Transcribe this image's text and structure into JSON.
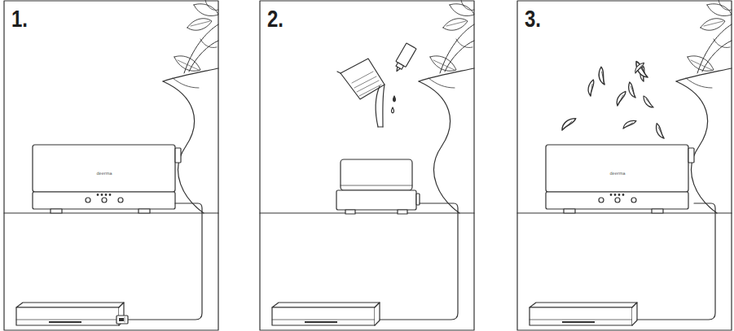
{
  "diagram": {
    "labels": [
      "1.",
      "2.",
      "3.",
      "deerma",
      "deerma"
    ]
  }
}
